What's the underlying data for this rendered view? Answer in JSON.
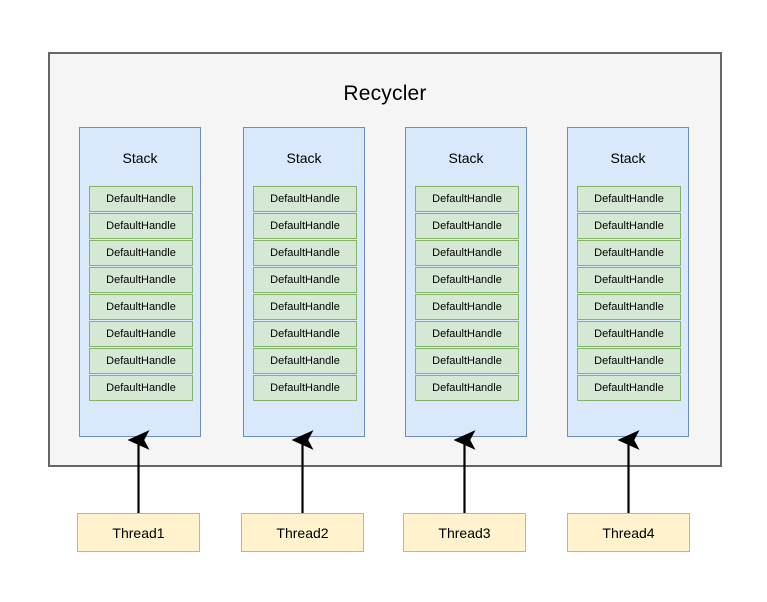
{
  "diagram": {
    "title": "Recycler",
    "container_fill": "#f5f5f5",
    "container_border": "#666666",
    "stack_fill": "#dae8fc",
    "stack_border": "#6c8ebf",
    "handle_fill": "#d5e8d4",
    "handle_border": "#82b366",
    "thread_fill": "#fff2cc",
    "thread_border": "#d6b656",
    "arrow_color": "#000000",
    "stacks": [
      {
        "title": "Stack",
        "handles": [
          "DefaultHandle",
          "DefaultHandle",
          "DefaultHandle",
          "DefaultHandle",
          "DefaultHandle",
          "DefaultHandle",
          "DefaultHandle",
          "DefaultHandle"
        ]
      },
      {
        "title": "Stack",
        "handles": [
          "DefaultHandle",
          "DefaultHandle",
          "DefaultHandle",
          "DefaultHandle",
          "DefaultHandle",
          "DefaultHandle",
          "DefaultHandle",
          "DefaultHandle"
        ]
      },
      {
        "title": "Stack",
        "handles": [
          "DefaultHandle",
          "DefaultHandle",
          "DefaultHandle",
          "DefaultHandle",
          "DefaultHandle",
          "DefaultHandle",
          "DefaultHandle",
          "DefaultHandle"
        ]
      },
      {
        "title": "Stack",
        "handles": [
          "DefaultHandle",
          "DefaultHandle",
          "DefaultHandle",
          "DefaultHandle",
          "DefaultHandle",
          "DefaultHandle",
          "DefaultHandle",
          "DefaultHandle"
        ]
      }
    ],
    "threads": [
      {
        "label": "Thread1"
      },
      {
        "label": "Thread2"
      },
      {
        "label": "Thread3"
      },
      {
        "label": "Thread4"
      }
    ]
  }
}
